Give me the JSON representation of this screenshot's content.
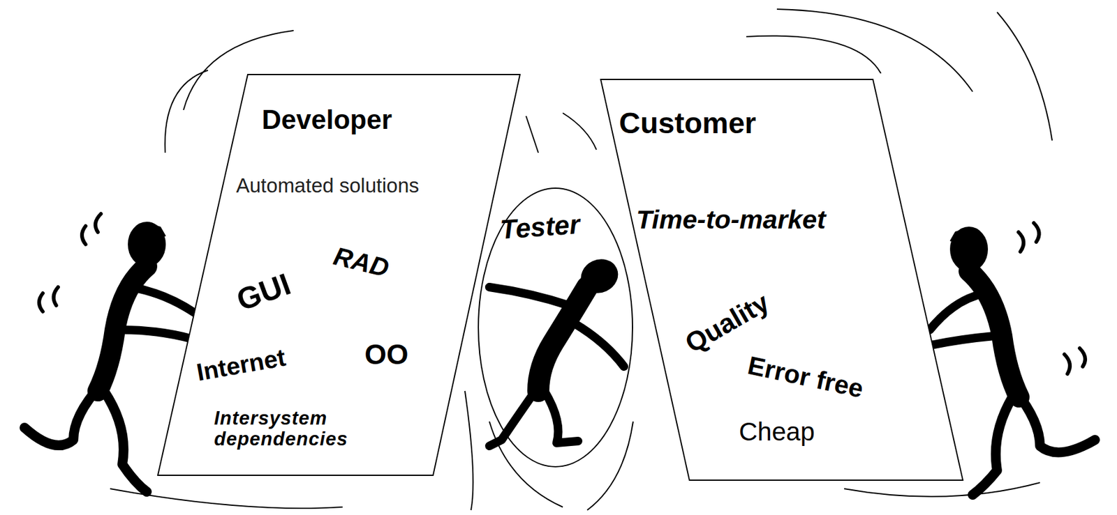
{
  "diagram": {
    "nodes": [
      {
        "text": [
          "Developer",
          "Automated solutions",
          "GUI",
          "RAD",
          "Internet",
          "OO",
          "Intersystem dependencies"
        ]
      },
      {
        "text": [
          "Tester"
        ]
      },
      {
        "text": [
          "Customer",
          "Time-to-market",
          "Quality",
          "Error free",
          "Cheap"
        ]
      }
    ]
  }
}
